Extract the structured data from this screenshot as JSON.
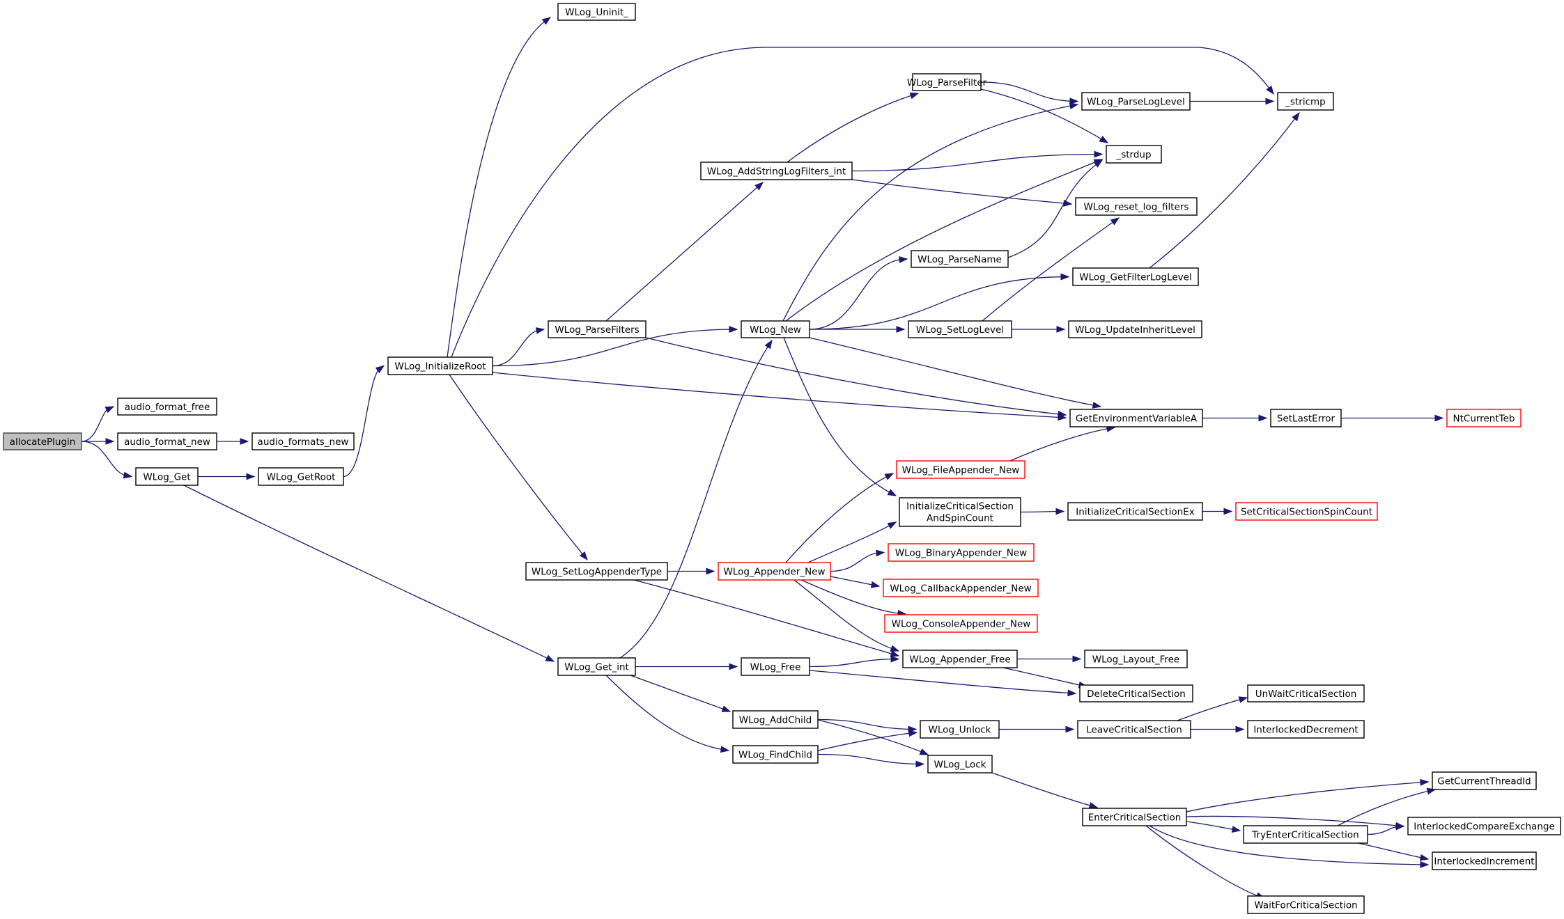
{
  "colors": {
    "edge": "#191970",
    "node_border": "#000000",
    "external_border": "#ff0000",
    "root_fill": "#bfbfbf",
    "background": "#ffffff"
  },
  "nodes": [
    {
      "id": "allocatePlugin",
      "label": "allocatePlugin",
      "kind": "root"
    },
    {
      "id": "audio_format_free",
      "label": "audio_format_free"
    },
    {
      "id": "audio_format_new",
      "label": "audio_format_new"
    },
    {
      "id": "audio_formats_new",
      "label": "audio_formats_new"
    },
    {
      "id": "WLog_Get",
      "label": "WLog_Get"
    },
    {
      "id": "WLog_GetRoot",
      "label": "WLog_GetRoot"
    },
    {
      "id": "WLog_InitializeRoot",
      "label": "WLog_InitializeRoot"
    },
    {
      "id": "WLog_Uninit_",
      "label": "WLog_Uninit_"
    },
    {
      "id": "WLog_ParseFilters",
      "label": "WLog_ParseFilters"
    },
    {
      "id": "WLog_SetLogAppenderType",
      "label": "WLog_SetLogAppenderType"
    },
    {
      "id": "WLog_Get_int",
      "label": "WLog_Get_int"
    },
    {
      "id": "WLog_AddStringLogFilters_int",
      "label": "WLog_AddStringLogFilters_int"
    },
    {
      "id": "WLog_New",
      "label": "WLog_New"
    },
    {
      "id": "WLog_ParseFilter",
      "label": "WLog_ParseFilter"
    },
    {
      "id": "WLog_ParseName",
      "label": "WLog_ParseName"
    },
    {
      "id": "WLog_SetLogLevel",
      "label": "WLog_SetLogLevel"
    },
    {
      "id": "WLog_ParseLogLevel",
      "label": "WLog_ParseLogLevel"
    },
    {
      "id": "_strdup",
      "label": "_strdup"
    },
    {
      "id": "WLog_reset_log_filters",
      "label": "WLog_reset_log_filters"
    },
    {
      "id": "WLog_GetFilterLogLevel",
      "label": "WLog_GetFilterLogLevel"
    },
    {
      "id": "WLog_UpdateInheritLevel",
      "label": "WLog_UpdateInheritLevel"
    },
    {
      "id": "_stricmp",
      "label": "_stricmp"
    },
    {
      "id": "GetEnvironmentVariableA",
      "label": "GetEnvironmentVariableA"
    },
    {
      "id": "SetLastError",
      "label": "SetLastError"
    },
    {
      "id": "NtCurrentTeb",
      "label": "NtCurrentTeb",
      "kind": "external"
    },
    {
      "id": "WLog_FileAppender_New",
      "label": "WLog_FileAppender_New",
      "kind": "external"
    },
    {
      "id": "InitializeCriticalSectionAndSpinCount",
      "label": "InitializeCriticalSection",
      "label2": "AndSpinCount"
    },
    {
      "id": "InitializeCriticalSectionEx",
      "label": "InitializeCriticalSectionEx"
    },
    {
      "id": "SetCriticalSectionSpinCount",
      "label": "SetCriticalSectionSpinCount",
      "kind": "external"
    },
    {
      "id": "WLog_Appender_New",
      "label": "WLog_Appender_New",
      "kind": "external"
    },
    {
      "id": "WLog_BinaryAppender_New",
      "label": "WLog_BinaryAppender_New",
      "kind": "external"
    },
    {
      "id": "WLog_CallbackAppender_New",
      "label": "WLog_CallbackAppender_New",
      "kind": "external"
    },
    {
      "id": "WLog_ConsoleAppender_New",
      "label": "WLog_ConsoleAppender_New",
      "kind": "external"
    },
    {
      "id": "WLog_Free",
      "label": "WLog_Free"
    },
    {
      "id": "WLog_Appender_Free",
      "label": "WLog_Appender_Free"
    },
    {
      "id": "WLog_Layout_Free",
      "label": "WLog_Layout_Free"
    },
    {
      "id": "DeleteCriticalSection",
      "label": "DeleteCriticalSection"
    },
    {
      "id": "WLog_AddChild",
      "label": "WLog_AddChild"
    },
    {
      "id": "WLog_FindChild",
      "label": "WLog_FindChild"
    },
    {
      "id": "WLog_Unlock",
      "label": "WLog_Unlock"
    },
    {
      "id": "WLog_Lock",
      "label": "WLog_Lock"
    },
    {
      "id": "LeaveCriticalSection",
      "label": "LeaveCriticalSection"
    },
    {
      "id": "UnWaitCriticalSection",
      "label": "UnWaitCriticalSection"
    },
    {
      "id": "InterlockedDecrement",
      "label": "InterlockedDecrement"
    },
    {
      "id": "EnterCriticalSection",
      "label": "EnterCriticalSection"
    },
    {
      "id": "GetCurrentThreadId",
      "label": "GetCurrentThreadId"
    },
    {
      "id": "TryEnterCriticalSection",
      "label": "TryEnterCriticalSection"
    },
    {
      "id": "InterlockedCompareExchange",
      "label": "InterlockedCompareExchange"
    },
    {
      "id": "InterlockedIncrement",
      "label": "InterlockedIncrement"
    },
    {
      "id": "WaitForCriticalSection",
      "label": "WaitForCriticalSection"
    }
  ],
  "edges": [
    [
      "allocatePlugin",
      "audio_format_free"
    ],
    [
      "allocatePlugin",
      "audio_format_new"
    ],
    [
      "allocatePlugin",
      "WLog_Get"
    ],
    [
      "audio_format_new",
      "audio_formats_new"
    ],
    [
      "WLog_Get",
      "WLog_GetRoot"
    ],
    [
      "WLog_Get",
      "WLog_Get_int"
    ],
    [
      "WLog_GetRoot",
      "WLog_InitializeRoot"
    ],
    [
      "WLog_InitializeRoot",
      "WLog_Uninit_"
    ],
    [
      "WLog_InitializeRoot",
      "_stricmp"
    ],
    [
      "WLog_InitializeRoot",
      "WLog_ParseFilters"
    ],
    [
      "WLog_InitializeRoot",
      "WLog_New"
    ],
    [
      "WLog_InitializeRoot",
      "GetEnvironmentVariableA"
    ],
    [
      "WLog_InitializeRoot",
      "WLog_SetLogAppenderType"
    ],
    [
      "WLog_ParseFilters",
      "WLog_AddStringLogFilters_int"
    ],
    [
      "WLog_ParseFilters",
      "GetEnvironmentVariableA"
    ],
    [
      "WLog_AddStringLogFilters_int",
      "WLog_ParseFilter"
    ],
    [
      "WLog_AddStringLogFilters_int",
      "_strdup"
    ],
    [
      "WLog_AddStringLogFilters_int",
      "WLog_reset_log_filters"
    ],
    [
      "WLog_ParseFilter",
      "WLog_ParseLogLevel"
    ],
    [
      "WLog_ParseFilter",
      "_strdup"
    ],
    [
      "WLog_ParseLogLevel",
      "_stricmp"
    ],
    [
      "WLog_New",
      "WLog_ParseLogLevel"
    ],
    [
      "WLog_New",
      "_strdup"
    ],
    [
      "WLog_New",
      "WLog_ParseName"
    ],
    [
      "WLog_New",
      "WLog_GetFilterLogLevel"
    ],
    [
      "WLog_New",
      "WLog_SetLogLevel"
    ],
    [
      "WLog_New",
      "GetEnvironmentVariableA"
    ],
    [
      "WLog_New",
      "InitializeCriticalSectionAndSpinCount"
    ],
    [
      "WLog_ParseName",
      "_strdup"
    ],
    [
      "WLog_GetFilterLogLevel",
      "_stricmp"
    ],
    [
      "WLog_SetLogLevel",
      "WLog_reset_log_filters"
    ],
    [
      "WLog_SetLogLevel",
      "WLog_UpdateInheritLevel"
    ],
    [
      "GetEnvironmentVariableA",
      "SetLastError"
    ],
    [
      "SetLastError",
      "NtCurrentTeb"
    ],
    [
      "WLog_SetLogAppenderType",
      "WLog_Appender_New"
    ],
    [
      "WLog_SetLogAppenderType",
      "WLog_Appender_Free"
    ],
    [
      "WLog_Appender_New",
      "WLog_FileAppender_New"
    ],
    [
      "WLog_Appender_New",
      "InitializeCriticalSectionAndSpinCount"
    ],
    [
      "WLog_Appender_New",
      "WLog_BinaryAppender_New"
    ],
    [
      "WLog_Appender_New",
      "WLog_CallbackAppender_New"
    ],
    [
      "WLog_Appender_New",
      "WLog_ConsoleAppender_New"
    ],
    [
      "WLog_Appender_New",
      "WLog_Appender_Free"
    ],
    [
      "WLog_FileAppender_New",
      "GetEnvironmentVariableA"
    ],
    [
      "InitializeCriticalSectionAndSpinCount",
      "InitializeCriticalSectionEx"
    ],
    [
      "InitializeCriticalSectionEx",
      "SetCriticalSectionSpinCount"
    ],
    [
      "WLog_Get_int",
      "WLog_New"
    ],
    [
      "WLog_Get_int",
      "WLog_Free"
    ],
    [
      "WLog_Get_int",
      "WLog_AddChild"
    ],
    [
      "WLog_Get_int",
      "WLog_FindChild"
    ],
    [
      "WLog_Free",
      "WLog_Appender_Free"
    ],
    [
      "WLog_Free",
      "DeleteCriticalSection"
    ],
    [
      "WLog_Appender_Free",
      "WLog_Layout_Free"
    ],
    [
      "WLog_Appender_Free",
      "DeleteCriticalSection"
    ],
    [
      "WLog_AddChild",
      "WLog_Unlock"
    ],
    [
      "WLog_AddChild",
      "WLog_Lock"
    ],
    [
      "WLog_FindChild",
      "WLog_Unlock"
    ],
    [
      "WLog_FindChild",
      "WLog_Lock"
    ],
    [
      "WLog_Unlock",
      "LeaveCriticalSection"
    ],
    [
      "WLog_Lock",
      "EnterCriticalSection"
    ],
    [
      "LeaveCriticalSection",
      "UnWaitCriticalSection"
    ],
    [
      "LeaveCriticalSection",
      "InterlockedDecrement"
    ],
    [
      "EnterCriticalSection",
      "GetCurrentThreadId"
    ],
    [
      "EnterCriticalSection",
      "InterlockedCompareExchange"
    ],
    [
      "EnterCriticalSection",
      "TryEnterCriticalSection"
    ],
    [
      "EnterCriticalSection",
      "InterlockedIncrement"
    ],
    [
      "EnterCriticalSection",
      "WaitForCriticalSection"
    ],
    [
      "TryEnterCriticalSection",
      "GetCurrentThreadId"
    ],
    [
      "TryEnterCriticalSection",
      "InterlockedCompareExchange"
    ],
    [
      "TryEnterCriticalSection",
      "InterlockedIncrement"
    ]
  ]
}
